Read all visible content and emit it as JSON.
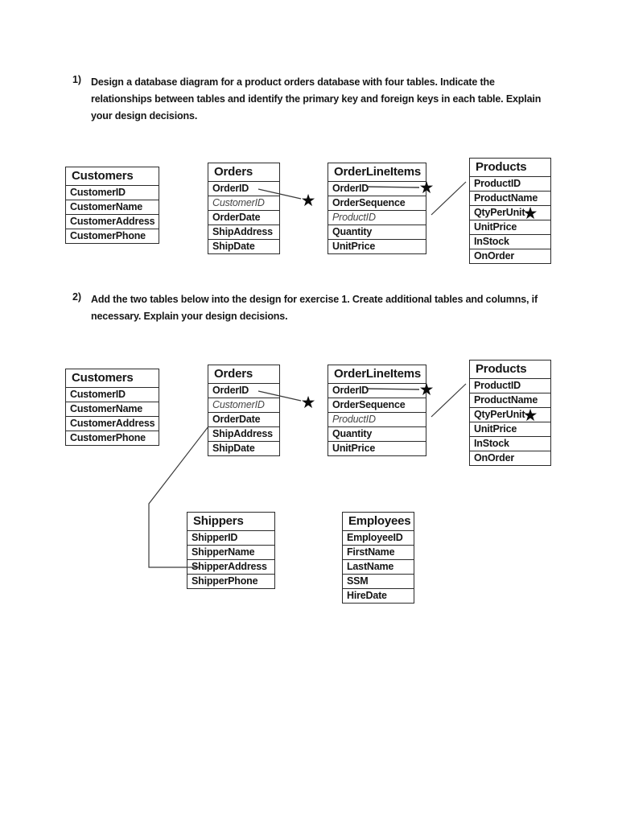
{
  "icons": {
    "many_relationship_star": "★"
  },
  "exercises": [
    {
      "number": "1)",
      "text": "Design a database diagram for a product orders database with four tables. Indicate the\nrelationships between tables and identify the primary key and foreign keys in each table. Explain\nyour design decisions."
    },
    {
      "number": "2)",
      "text": "Add the two tables below into the design for exercise 1. Create additional tables and columns, if\nnecessary. Explain your design decisions."
    }
  ],
  "tables": {
    "customers": {
      "title": "Customers",
      "rows": [
        "CustomerID",
        "CustomerName",
        "CustomerAddress",
        "CustomerPhone"
      ]
    },
    "orders": {
      "title": "Orders",
      "rows": [
        "OrderID",
        "CustomerID",
        "OrderDate",
        "ShipAddress",
        "ShipDate"
      ],
      "foreign_key_rows": [
        1
      ]
    },
    "orderlineitems": {
      "title": "OrderLineItems",
      "rows": [
        "OrderID",
        "OrderSequence",
        "ProductID",
        "Quantity",
        "UnitPrice"
      ],
      "foreign_key_rows": [
        2
      ]
    },
    "products": {
      "title": "Products",
      "rows": [
        "ProductID",
        "ProductName",
        "QtyPerUnit",
        "UnitPrice",
        "InStock",
        "OnOrder"
      ]
    },
    "shippers": {
      "title": "Shippers",
      "rows": [
        "ShipperID",
        "ShipperName",
        "ShipperAddress",
        "ShipperPhone"
      ]
    },
    "employees": {
      "title": "Employees",
      "rows": [
        "EmployeeID",
        "FirstName",
        "LastName",
        "SSM",
        "HireDate"
      ]
    }
  },
  "colors": {
    "table_border": "#2a2a2a",
    "text": "#161616",
    "foreign_key_text": "#464646",
    "relationship_line": "#3a3a3a",
    "page_background": "#ffffff"
  }
}
